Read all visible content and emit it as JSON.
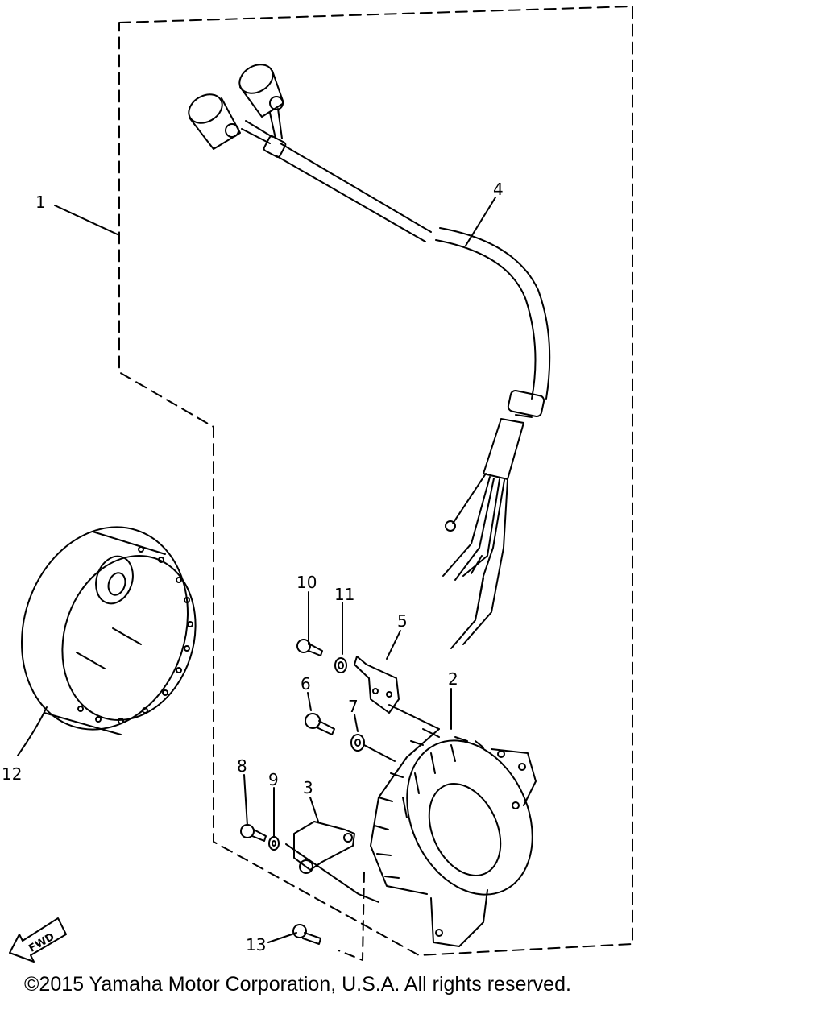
{
  "diagram": {
    "labels": {
      "p1": "1",
      "p2": "2",
      "p3": "3",
      "p4": "4",
      "p5": "5",
      "p6": "6",
      "p7": "7",
      "p8": "8",
      "p9": "9",
      "p10": "10",
      "p11": "11",
      "p12": "12",
      "p13": "13"
    },
    "fwd": "FWD"
  },
  "footer": {
    "copyright": "©2015 Yamaha Motor Corporation, U.S.A. All rights reserved."
  }
}
